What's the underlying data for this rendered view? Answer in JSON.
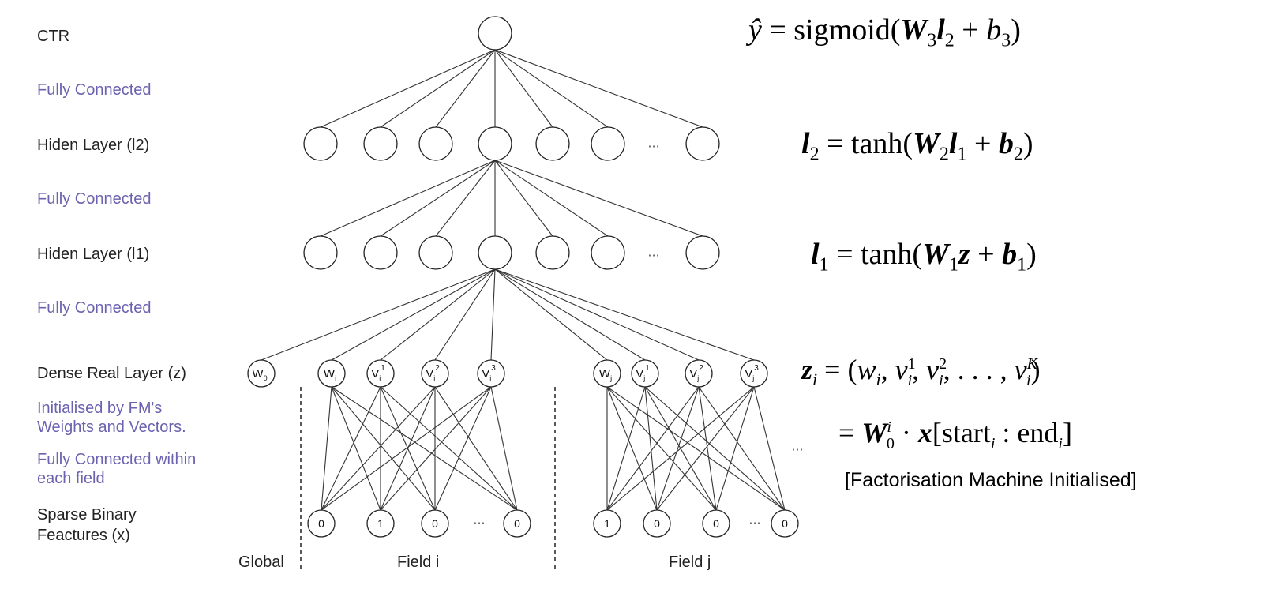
{
  "layer_labels": {
    "ctr": "CTR",
    "fc1": "Fully Connected",
    "hidden2": "Hiden Layer (l2)",
    "fc2": "Fully Connected",
    "hidden1": "Hiden Layer (l1)",
    "fc3": "Fully Connected",
    "dense": "Dense Real Layer (z)",
    "init_line1": "Initialised by FM's",
    "init_line2": "Weights and Vectors.",
    "fcfield_line1": "Fully Connected within",
    "fcfield_line2": "each field",
    "sparse_line1": "Sparse Binary",
    "sparse_line2": "Feactures (x)"
  },
  "section_labels": {
    "global": "Global",
    "field_i": "Field i",
    "field_j": "Field j"
  },
  "ellipsis": "···",
  "dense_nodes": {
    "w0": "W0",
    "wi": "Wi",
    "vi1": "Vi1",
    "vi2": "Vi2",
    "vi3": "Vi3",
    "wj": "Wj",
    "vj1": "Vj1",
    "vj2": "Vj2",
    "vj3": "Vj3"
  },
  "sparse_values_i": [
    "0",
    "1",
    "0",
    "0"
  ],
  "sparse_values_j": [
    "1",
    "0",
    "0",
    "0"
  ],
  "equations": {
    "eq_y": "ŷ = sigmoid(W3l2 + b3)",
    "eq_l2": "l2 = tanh(W2l1 + b2)",
    "eq_l1": "l1 = tanh(W1z + b1)",
    "eq_z": "zi = (wi, vi1, vi2, ..., viK)",
    "eq_w0": "= W0i · x[starti : endi]"
  },
  "note": "[Factorisation Machine Initialised]",
  "colors": {
    "label_blue": "#6b62b0",
    "line": "#333333"
  }
}
